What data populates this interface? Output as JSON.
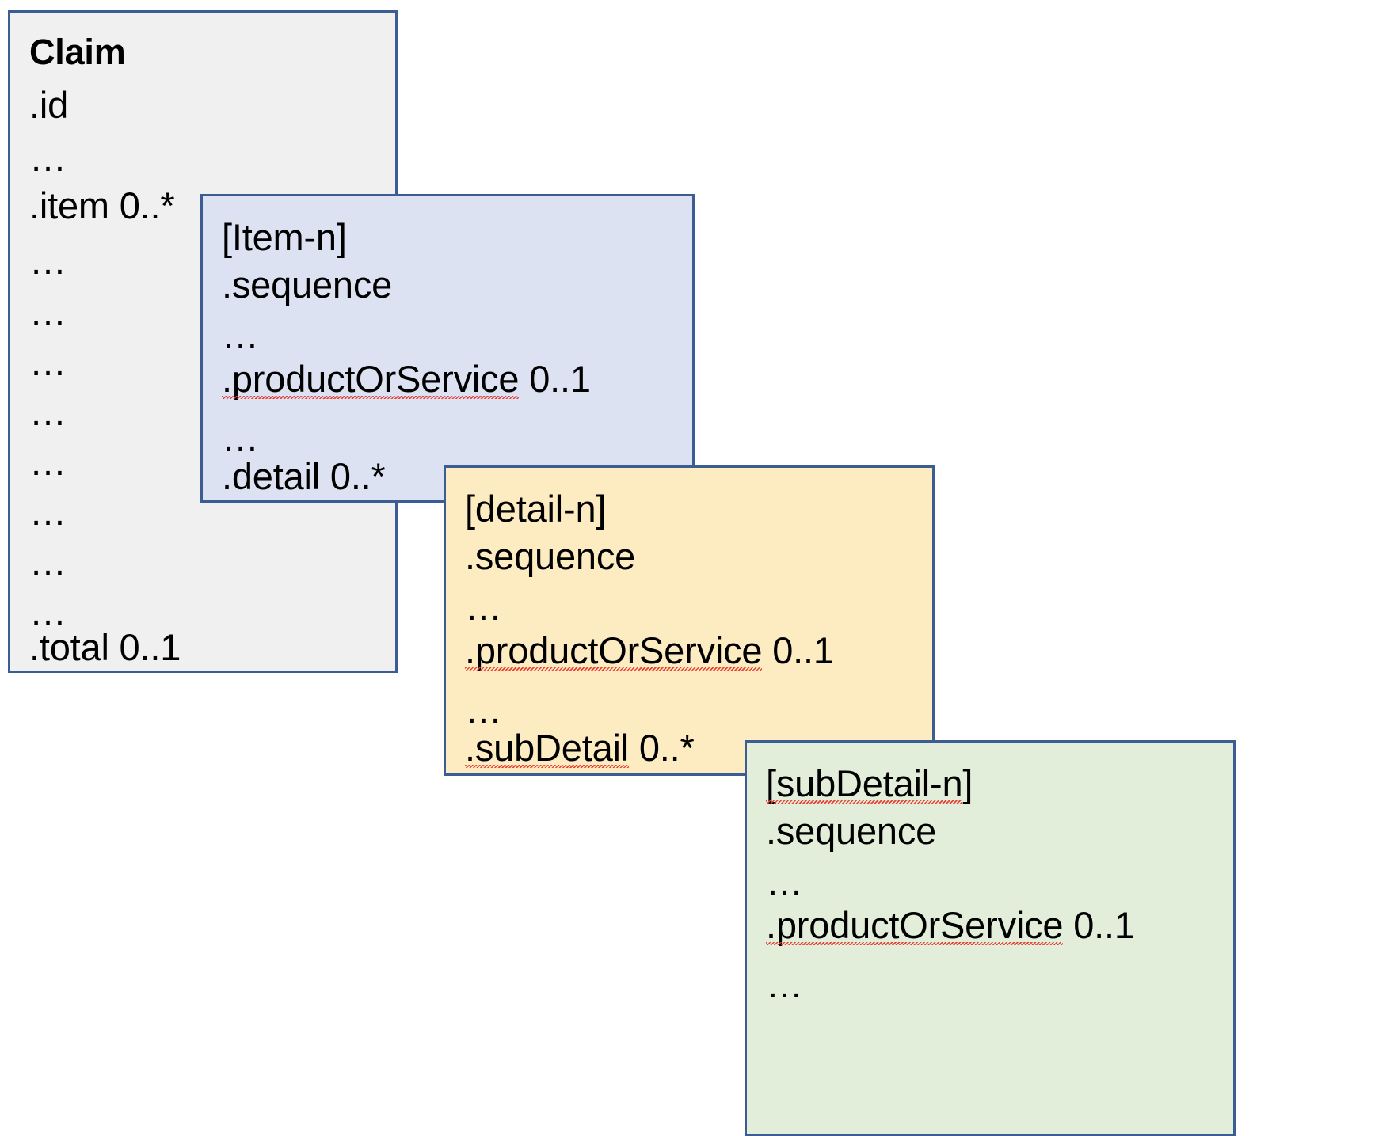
{
  "diagram": {
    "title": "FHIR Claim resource nesting structure",
    "colors": {
      "border": "#3c5d94",
      "claim_fill": "#f0f0f0",
      "item_fill": "#dce2f1",
      "detail_fill": "#fdecc2",
      "subdetail_fill": "#e3eeda",
      "text": "#000000",
      "spellcheck_underline": "#e8392f"
    },
    "boxes": [
      {
        "id": "claim",
        "name": "claim-box",
        "lines": [
          {
            "text": "Claim",
            "style": "bold"
          },
          {
            "text": ".id",
            "style": "normal"
          },
          {
            "text": "…",
            "style": "normal"
          },
          {
            "text": ".item 0..*",
            "style": "normal"
          },
          {
            "text": "…",
            "style": "normal"
          },
          {
            "text": "…",
            "style": "normal"
          },
          {
            "text": "…",
            "style": "normal"
          },
          {
            "text": "…",
            "style": "normal"
          },
          {
            "text": "…",
            "style": "normal"
          },
          {
            "text": "…",
            "style": "normal"
          },
          {
            "text": "…",
            "style": "normal"
          },
          {
            "text": "…",
            "style": "normal"
          },
          {
            "text": ".total 0..1",
            "style": "normal"
          }
        ]
      },
      {
        "id": "item",
        "name": "item-box",
        "lines": [
          {
            "text": "[Item-n]",
            "style": "normal"
          },
          {
            "text": ".sequence",
            "style": "normal"
          },
          {
            "text": "…",
            "style": "normal"
          },
          {
            "text": ".productOrService 0..1",
            "style": "normal",
            "misspelled": "productOrService"
          },
          {
            "text": "…",
            "style": "normal"
          },
          {
            "text": ".detail 0..*",
            "style": "normal"
          }
        ]
      },
      {
        "id": "detail",
        "name": "detail-box",
        "lines": [
          {
            "text": "[detail-n]",
            "style": "normal"
          },
          {
            "text": ".sequence",
            "style": "normal"
          },
          {
            "text": "…",
            "style": "normal"
          },
          {
            "text": ".productOrService 0..1",
            "style": "normal",
            "misspelled": "productOrService"
          },
          {
            "text": "…",
            "style": "normal"
          },
          {
            "text": ".subDetail 0..*",
            "style": "normal",
            "misspelled": "subDetail"
          }
        ]
      },
      {
        "id": "subdetail",
        "name": "subdetail-box",
        "lines": [
          {
            "text": "[subDetail-n]",
            "style": "normal",
            "misspelled": "subDetail-n"
          },
          {
            "text": ".sequence",
            "style": "normal"
          },
          {
            "text": "…",
            "style": "normal"
          },
          {
            "text": ".productOrService 0..1",
            "style": "normal",
            "misspelled": "productOrService"
          },
          {
            "text": "…",
            "style": "normal"
          }
        ]
      }
    ]
  }
}
